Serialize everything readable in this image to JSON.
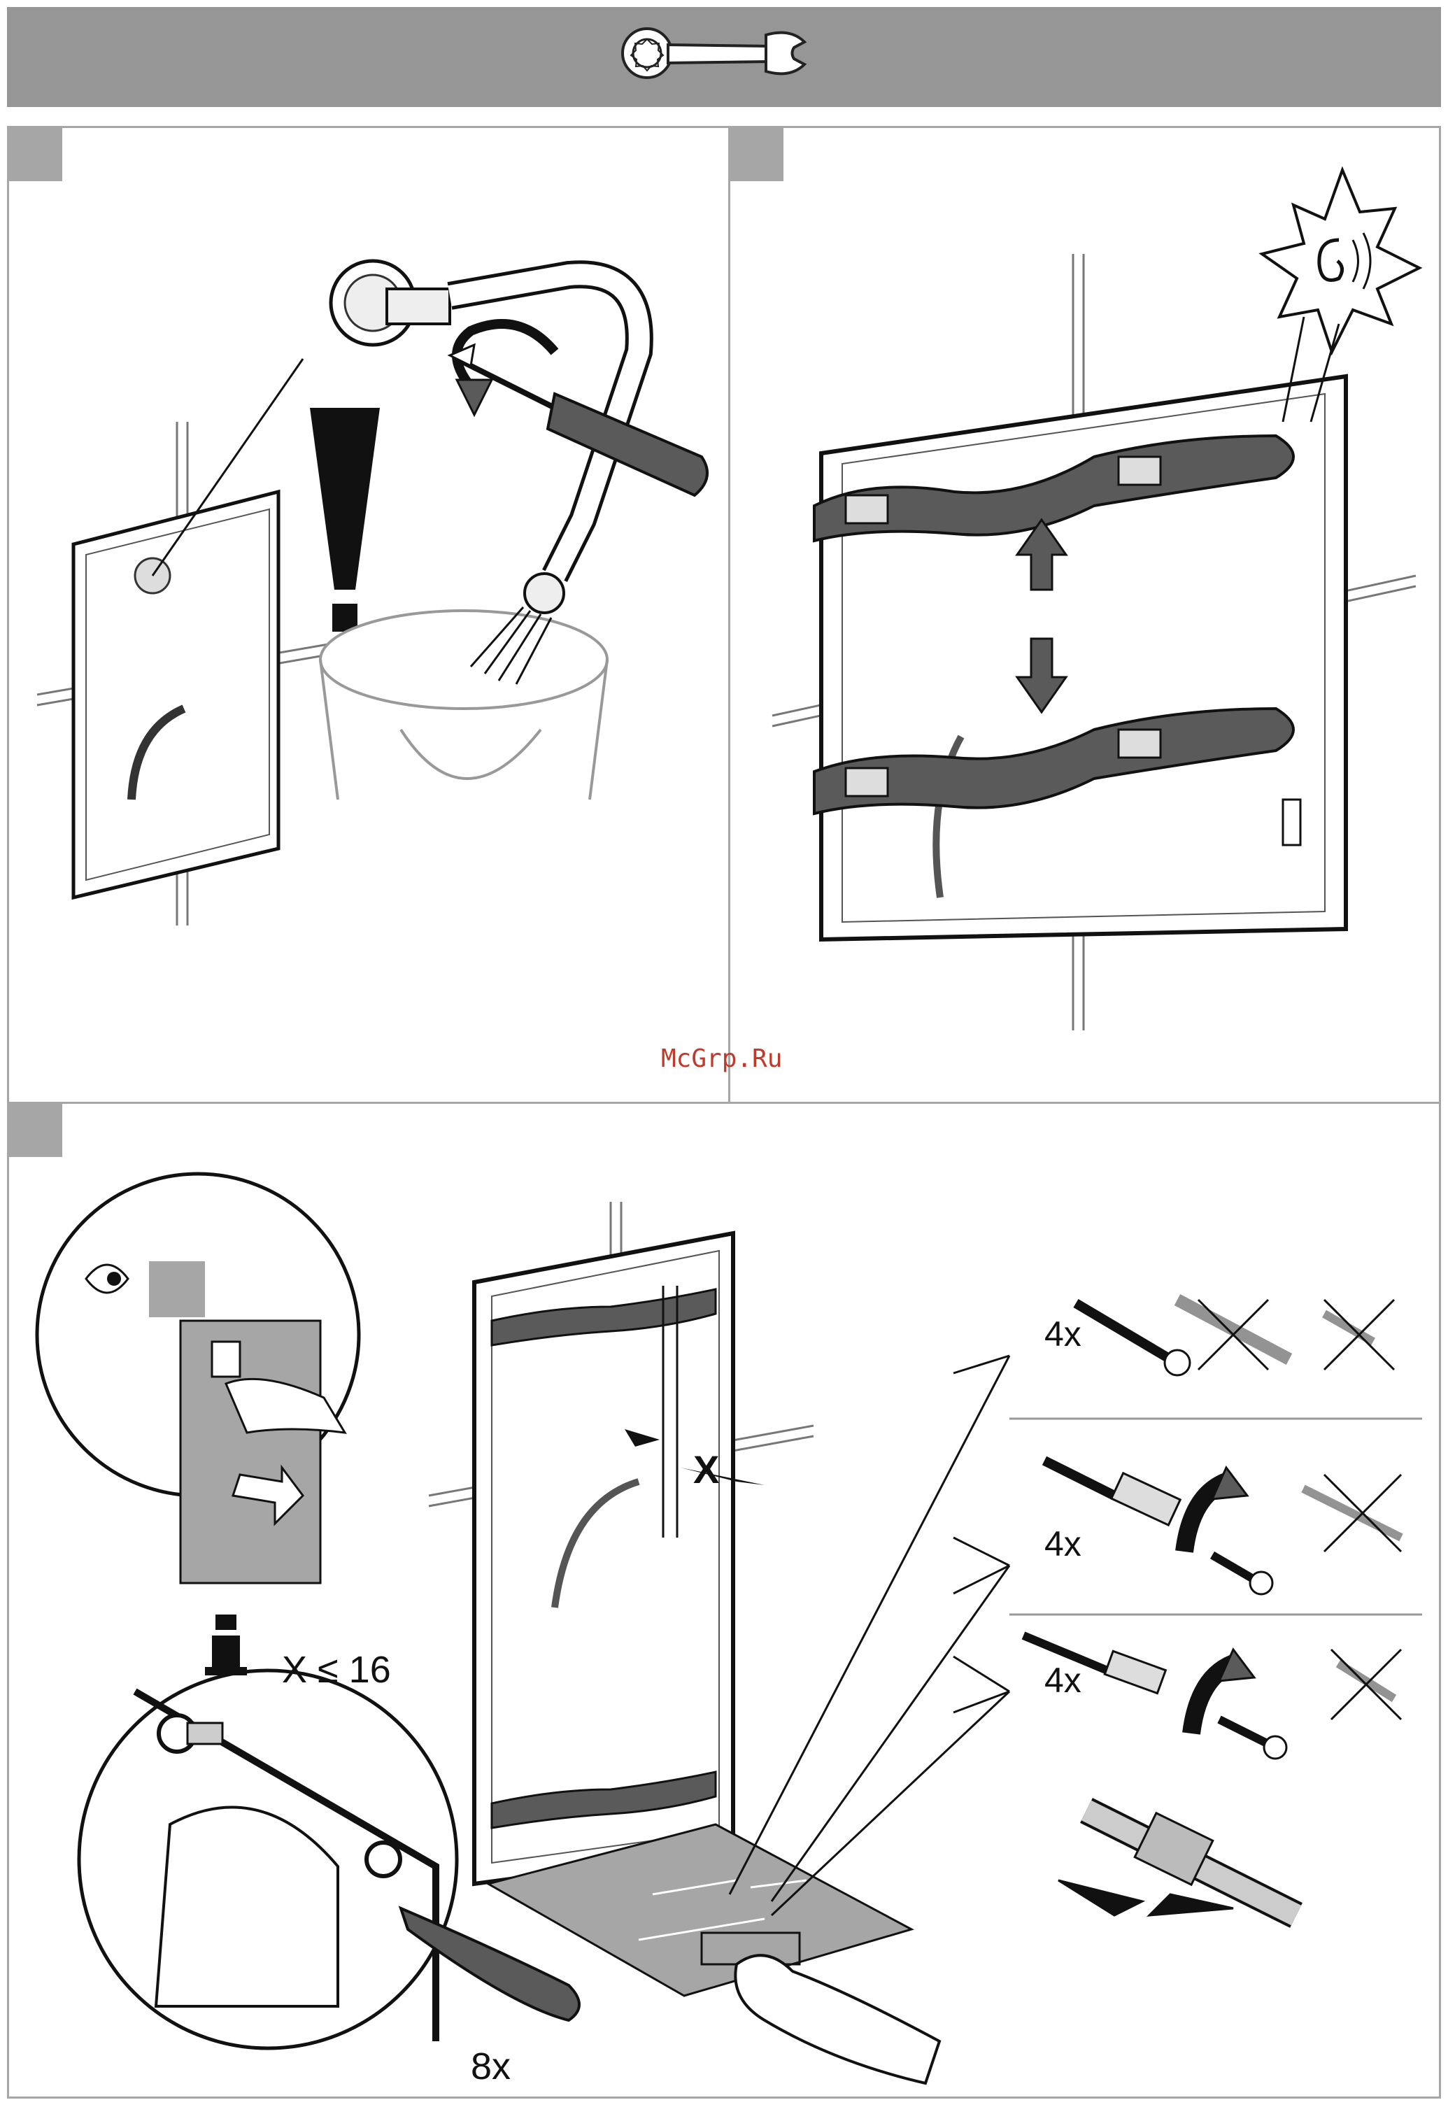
{
  "header": {
    "icon": "wrench-icon",
    "background": "#969696"
  },
  "steps": [
    {
      "icon": "step-badge"
    },
    {
      "icon": "step-badge"
    },
    {
      "icon": "step-badge"
    }
  ],
  "panel3": {
    "quantities": [
      "4x",
      "4x",
      "4x"
    ],
    "gap_marker": "X",
    "max_gap": "X ≤ 16",
    "screw_count": "8x"
  },
  "watermark": "McGrp.Ru",
  "colors": {
    "panel_border": "#a6a6a6",
    "grey_fill": "#a6a6a6",
    "dark_part": "#5a5a5a"
  }
}
